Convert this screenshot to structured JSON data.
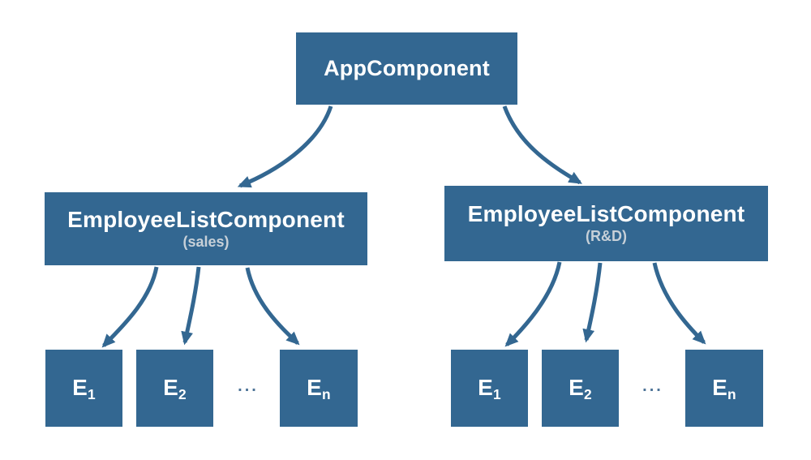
{
  "colors": {
    "node_fill": "#336791",
    "node_text": "#ffffff",
    "sublabel_text": "#c7d0d8",
    "arrow": "#336791",
    "ellipsis": "#4d7397",
    "background": "#ffffff"
  },
  "root": {
    "label": "AppComponent"
  },
  "groups": [
    {
      "parent_label": "EmployeeListComponent",
      "parent_sublabel": "(sales)",
      "children": [
        {
          "base": "E",
          "sub": "1"
        },
        {
          "base": "E",
          "sub": "2"
        },
        {
          "base": "E",
          "sub": "n"
        }
      ],
      "ellipsis": "..."
    },
    {
      "parent_label": "EmployeeListComponent",
      "parent_sublabel": "(R&D)",
      "children": [
        {
          "base": "E",
          "sub": "1"
        },
        {
          "base": "E",
          "sub": "2"
        },
        {
          "base": "E",
          "sub": "n"
        }
      ],
      "ellipsis": "..."
    }
  ],
  "edges": [
    {
      "from": "AppComponent",
      "to": "EmployeeListComponent (sales)"
    },
    {
      "from": "AppComponent",
      "to": "EmployeeListComponent (R&D)"
    },
    {
      "from": "EmployeeListComponent (sales)",
      "to": "E1"
    },
    {
      "from": "EmployeeListComponent (sales)",
      "to": "E2"
    },
    {
      "from": "EmployeeListComponent (sales)",
      "to": "En"
    },
    {
      "from": "EmployeeListComponent (R&D)",
      "to": "E1"
    },
    {
      "from": "EmployeeListComponent (R&D)",
      "to": "E2"
    },
    {
      "from": "EmployeeListComponent (R&D)",
      "to": "En"
    }
  ]
}
